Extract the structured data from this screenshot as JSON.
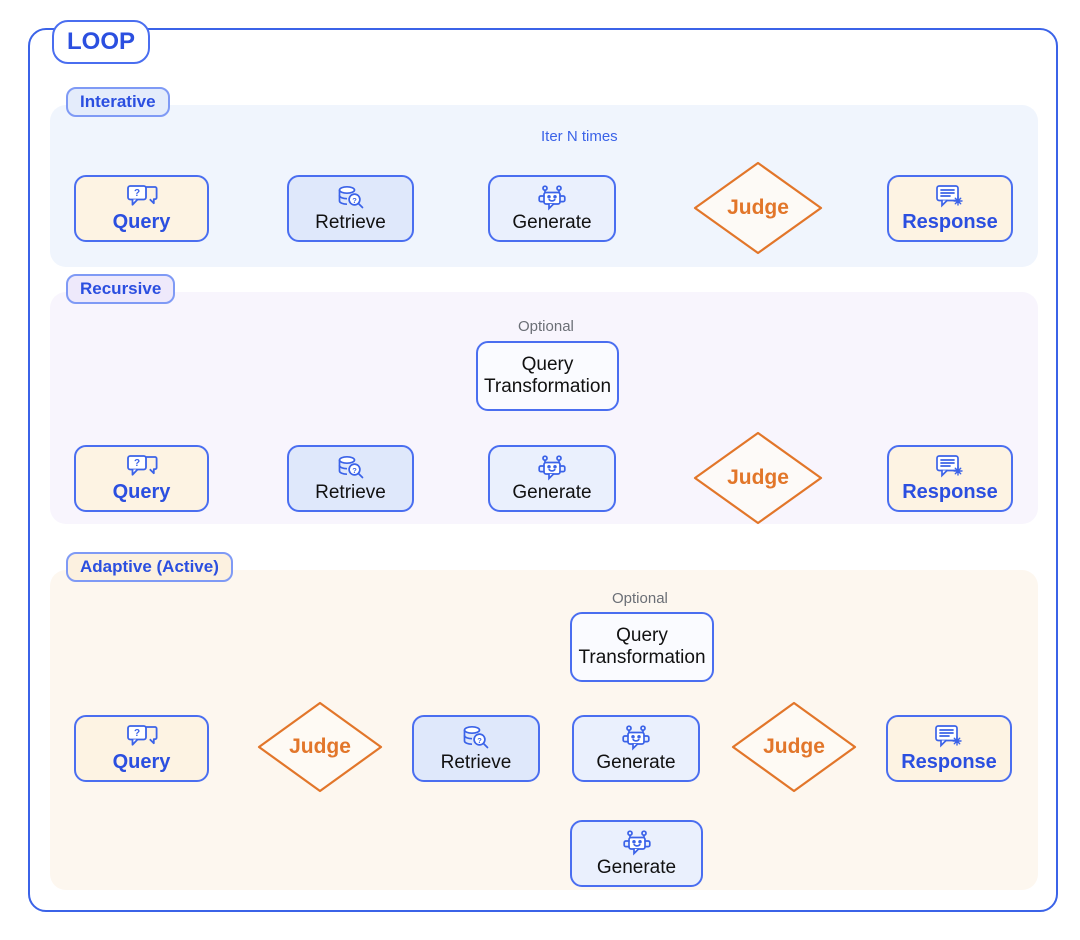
{
  "diagram": {
    "title": "LOOP",
    "outer_label": "LOOP"
  },
  "panels": [
    {
      "id": "interative",
      "label": "Interative",
      "bg": "#f0f5fd",
      "badge_bg": "#e4ecfb",
      "nodes": [
        {
          "name": "query",
          "label": "Query",
          "icon": "question-chat-icon",
          "style": "cream-accent"
        },
        {
          "name": "retrieve",
          "label": "Retrieve",
          "icon": "database-search-icon",
          "style": "blue"
        },
        {
          "name": "generate",
          "label": "Generate",
          "icon": "robot-icon",
          "style": "bluelight"
        },
        {
          "name": "judge",
          "label": "Judge",
          "icon": "diamond",
          "style": "orange-diamond"
        },
        {
          "name": "response",
          "label": "Response",
          "icon": "message-sparkle-icon",
          "style": "cream-accent"
        }
      ],
      "edge_labels": [
        "Iter N times"
      ]
    },
    {
      "id": "recursive",
      "label": "Recursive",
      "bg": "#f8f5fd",
      "badge_bg": "#eee9fb",
      "nodes": [
        {
          "name": "query",
          "label": "Query",
          "icon": "question-chat-icon",
          "style": "cream-accent"
        },
        {
          "name": "retrieve",
          "label": "Retrieve",
          "icon": "database-search-icon",
          "style": "blue"
        },
        {
          "name": "generate",
          "label": "Generate",
          "icon": "robot-icon",
          "style": "bluelight"
        },
        {
          "name": "judge",
          "label": "Judge",
          "icon": "diamond",
          "style": "orange-diamond"
        },
        {
          "name": "response",
          "label": "Response",
          "icon": "message-sparkle-icon",
          "style": "cream-accent"
        },
        {
          "name": "query-transformation",
          "label": "Query\nTransformation",
          "line1": "Query",
          "line2": "Transformation",
          "icon": "none",
          "style": "white",
          "note": "Optional"
        }
      ],
      "edge_labels": [
        "Optional"
      ]
    },
    {
      "id": "adaptive",
      "label": "Adaptive (Active)",
      "bg": "#fdf7ef",
      "badge_bg": "#fcf1e0",
      "nodes": [
        {
          "name": "query",
          "label": "Query",
          "icon": "question-chat-icon",
          "style": "cream-accent"
        },
        {
          "name": "judge-1",
          "label": "Judge",
          "icon": "diamond",
          "style": "orange-diamond"
        },
        {
          "name": "retrieve",
          "label": "Retrieve",
          "icon": "database-search-icon",
          "style": "blue"
        },
        {
          "name": "generate",
          "label": "Generate",
          "icon": "robot-icon",
          "style": "bluelight"
        },
        {
          "name": "judge-2",
          "label": "Judge",
          "icon": "diamond",
          "style": "orange-diamond"
        },
        {
          "name": "response",
          "label": "Response",
          "icon": "message-sparkle-icon",
          "style": "cream-accent"
        },
        {
          "name": "query-transformation",
          "label": "Query Transformation",
          "line1": "Query",
          "line2": "Transformation",
          "icon": "none",
          "style": "white",
          "note": "Optional"
        },
        {
          "name": "generate-bypass",
          "label": "Generate",
          "icon": "robot-icon",
          "style": "bluelight"
        }
      ],
      "edge_labels": [
        "Optional"
      ]
    }
  ],
  "labels": {
    "query": "Query",
    "retrieve": "Retrieve",
    "generate": "Generate",
    "judge": "Judge",
    "response": "Response",
    "query_transformation_line1": "Query",
    "query_transformation_line2": "Transformation",
    "optional": "Optional",
    "iter_n_times": "Iter N times"
  },
  "colors": {
    "primary_blue": "#3b63e8",
    "node_border": "#4a6ef0",
    "accent_orange": "#e2762a",
    "cream_fill": "#fdf3e3",
    "blue_fill": "#dfe8fb",
    "dashed_gray": "#6f7177",
    "panel_interative": "#f0f5fd",
    "panel_recursive": "#f8f5fd",
    "panel_adaptive": "#fdf7ef"
  }
}
